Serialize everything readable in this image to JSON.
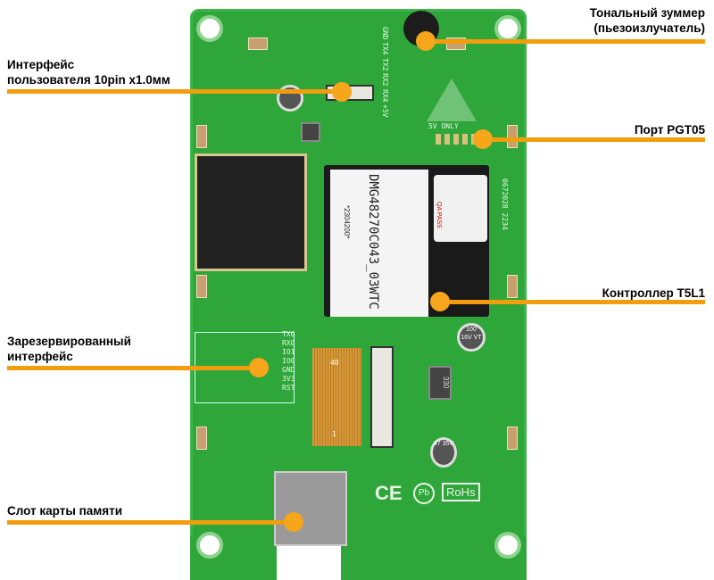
{
  "callouts": {
    "buzzer": [
      "Тональный зуммер",
      "(пьезоизлучатель)"
    ],
    "user_interface": [
      "Интерфейс",
      "пользователя 10pin x1.0мм"
    ],
    "port": "Порт PGT05",
    "controller": "Контроллер T5L1",
    "reserved": [
      "Зарезервированный",
      "интерфейс"
    ],
    "sd_slot": "Слот карты памяти"
  },
  "silkscreen": {
    "top_pins": [
      "GND",
      "TX4",
      "TX2",
      "RX2",
      "RX4",
      "+5V"
    ],
    "reserved_pins": [
      "TX0",
      "RX0",
      "IO1",
      "IO0",
      "GND",
      "3V3",
      "RST"
    ],
    "warning": "5V ONLY",
    "model": "DMG48270C043_03WTC",
    "serial": "*2304200*",
    "date_code": "0672028 2234",
    "cap1": "100 16V VT",
    "cap2": "47 35V",
    "inductor": "330",
    "fpc_pin40": "40",
    "fpc_pin1": "1",
    "ce": "CE",
    "pb": "Pb",
    "rohs": "RoHs",
    "qa": "QA PASS"
  },
  "colors": {
    "accent": "#f29d0d",
    "pcb": "#2fa63a"
  }
}
